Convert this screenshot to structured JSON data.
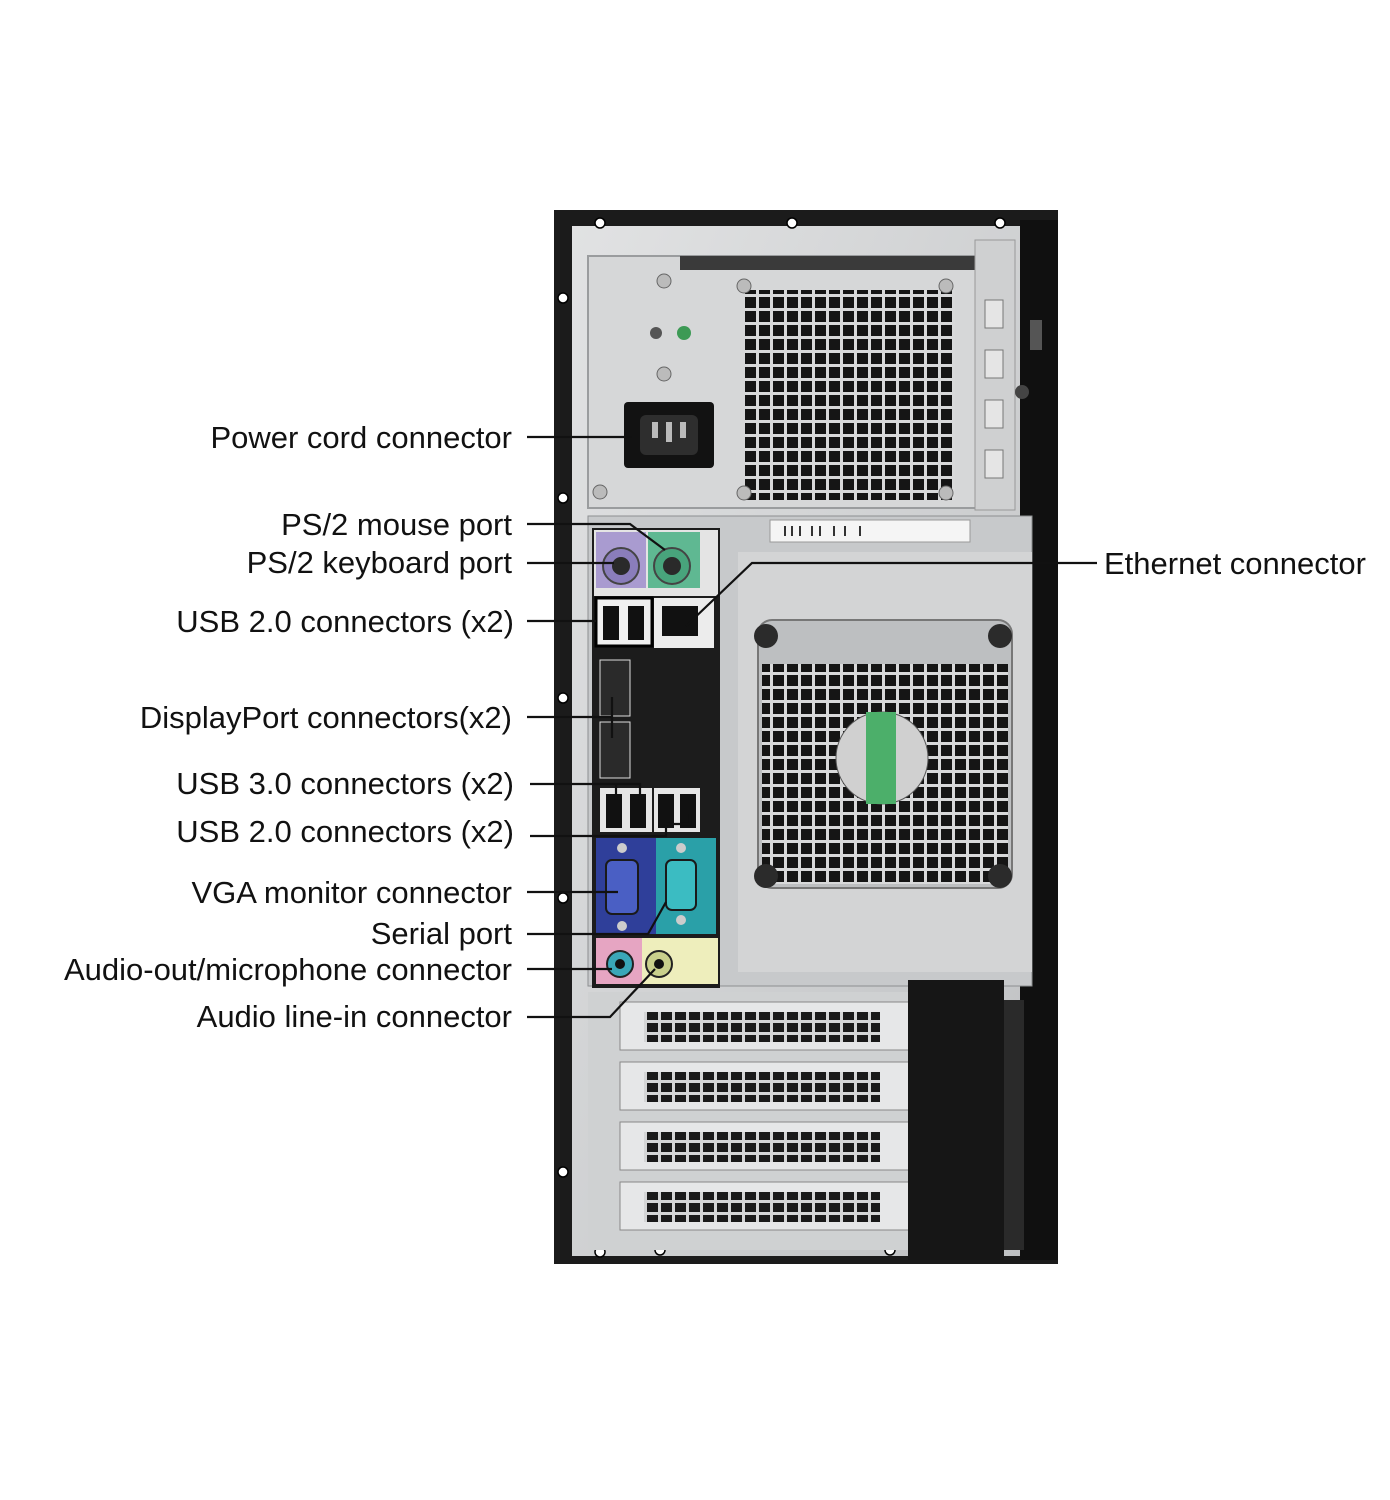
{
  "callouts": [
    {
      "id": "power",
      "label": "Power cord connector"
    },
    {
      "id": "ps2-mouse",
      "label": "PS/2 mouse port"
    },
    {
      "id": "ps2-keyboard",
      "label": "PS/2 keyboard port"
    },
    {
      "id": "usb2-top",
      "label": "USB 2.0 connectors (x2)"
    },
    {
      "id": "displayport",
      "label": "DisplayPort connectors(x2)"
    },
    {
      "id": "usb3",
      "label": "USB 3.0 connectors (x2)"
    },
    {
      "id": "usb2-bottom",
      "label": "USB 2.0 connectors (x2)"
    },
    {
      "id": "vga",
      "label": "VGA monitor connector"
    },
    {
      "id": "serial",
      "label": "Serial port"
    },
    {
      "id": "audio-out",
      "label": "Audio-out/microphone connector"
    },
    {
      "id": "audio-in",
      "label": "Audio line-in connector"
    },
    {
      "id": "ethernet",
      "label": "Ethernet connector"
    }
  ],
  "colors": {
    "chassis": "#1b1b1b",
    "panel_metal": "#c9cbcd",
    "grille_hole": "#151515",
    "ps2_keyboard": "#a99bd0",
    "ps2_mouse": "#5fb892",
    "vga": "#2f3f9a",
    "serial": "#2aa0a8",
    "audio_pink": "#e6a5c2",
    "audio_green": "#8fc48c",
    "audio_panel": "#eeeebc"
  },
  "icons": [
    "power-socket-icon",
    "fan-grille-icon",
    "usb-port-icon",
    "ethernet-port-icon",
    "vga-port-icon",
    "serial-port-icon",
    "audio-jack-icon"
  ]
}
